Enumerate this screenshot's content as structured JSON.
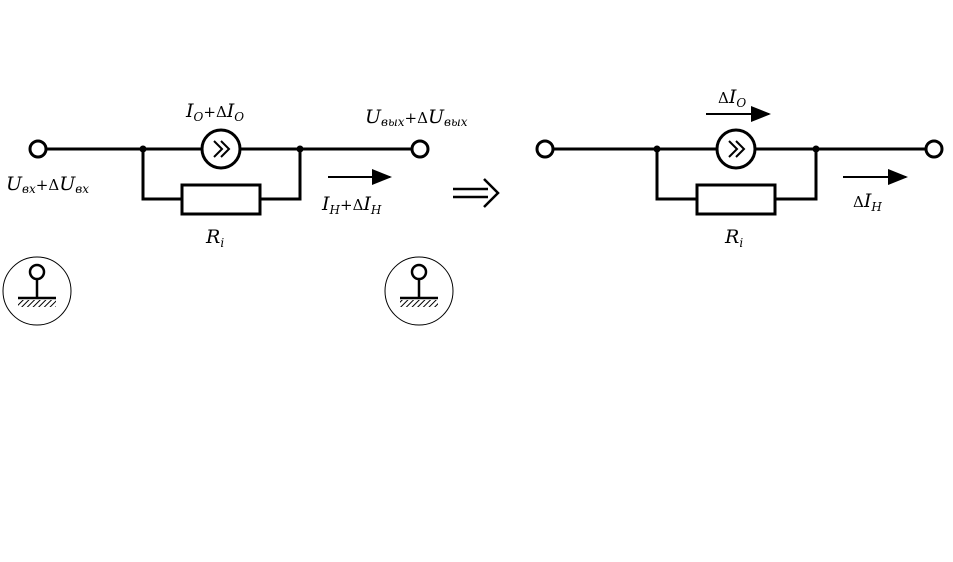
{
  "left_circuit": {
    "input_label": {
      "main": "U",
      "sub": "вх",
      "plus": "+",
      "delta": "Δ",
      "main2": "U",
      "sub2": "вх"
    },
    "output_label": {
      "main": "U",
      "sub": "вых",
      "plus": "+",
      "delta": "Δ",
      "main2": "U",
      "sub2": "вых"
    },
    "source_label": {
      "main": "I",
      "sub": "O",
      "plus": "+",
      "delta": "Δ",
      "main2": "I",
      "sub2": "O"
    },
    "load_current_label": {
      "main": "I",
      "sub": "Н",
      "plus": "+",
      "delta": "Δ",
      "main2": "I",
      "sub2": "Н"
    },
    "resistor_label": {
      "main": "R",
      "sub": "i"
    }
  },
  "transform_arrow": "⟹",
  "right_circuit": {
    "source_label": {
      "delta": "Δ",
      "main": "I",
      "sub": "O"
    },
    "load_current_label": {
      "delta": "Δ",
      "main": "I",
      "sub": "Н"
    },
    "resistor_label": {
      "main": "R",
      "sub": "i"
    }
  },
  "colors": {
    "line": "#000000",
    "background": "#ffffff"
  },
  "icons": [
    "ground-icon",
    "current-source-icon",
    "terminal-icon",
    "resistor-icon",
    "arrow-icon"
  ]
}
